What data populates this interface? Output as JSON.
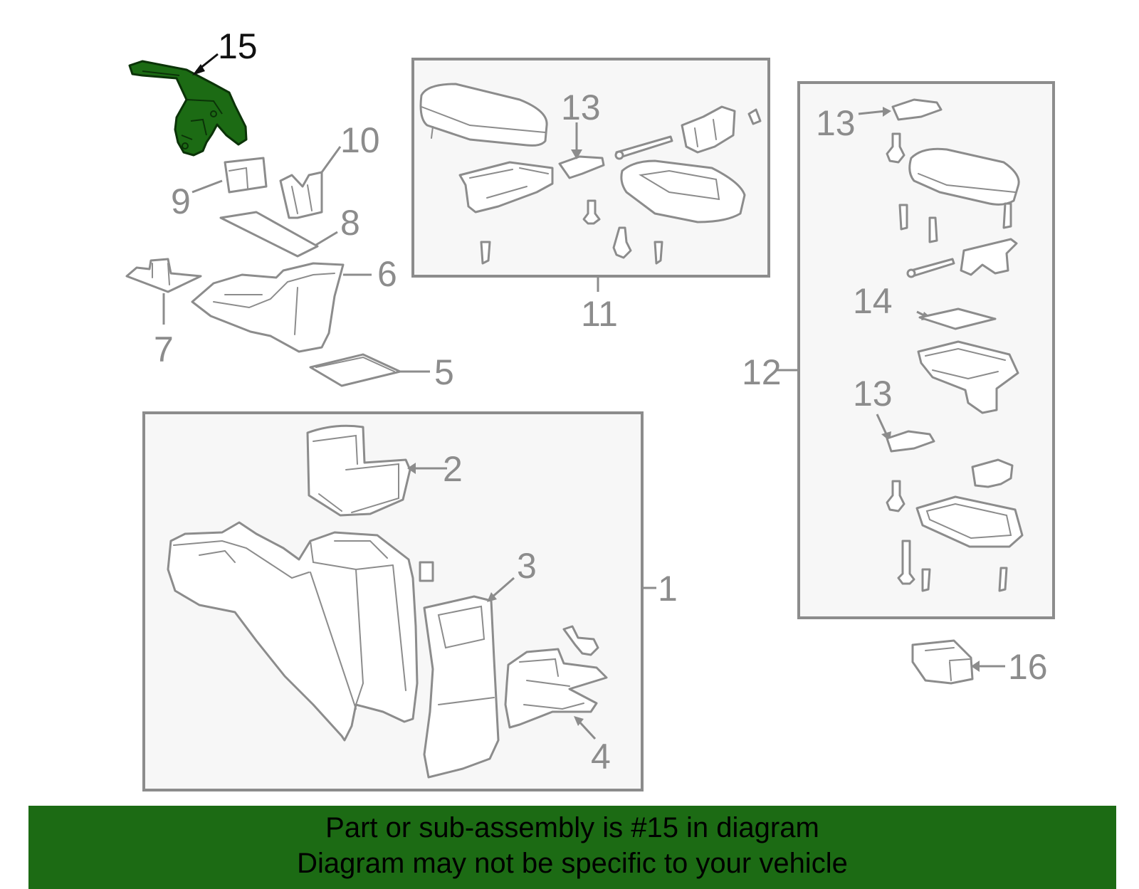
{
  "callouts": {
    "c1": "1",
    "c2": "2",
    "c3": "3",
    "c4": "4",
    "c5": "5",
    "c6": "6",
    "c7": "7",
    "c8": "8",
    "c9": "9",
    "c10": "10",
    "c11": "11",
    "c12": "12",
    "c13a": "13",
    "c13b": "13",
    "c13c": "13",
    "c14": "14",
    "c15": "15",
    "c16": "16"
  },
  "banner": {
    "line1": "Part or sub-assembly is #15 in diagram",
    "line2": "Diagram may not be specific to your vehicle"
  },
  "colors": {
    "highlight": "#1c6b14",
    "parts": "#8c8c8c",
    "banner": "#1c6b14"
  }
}
